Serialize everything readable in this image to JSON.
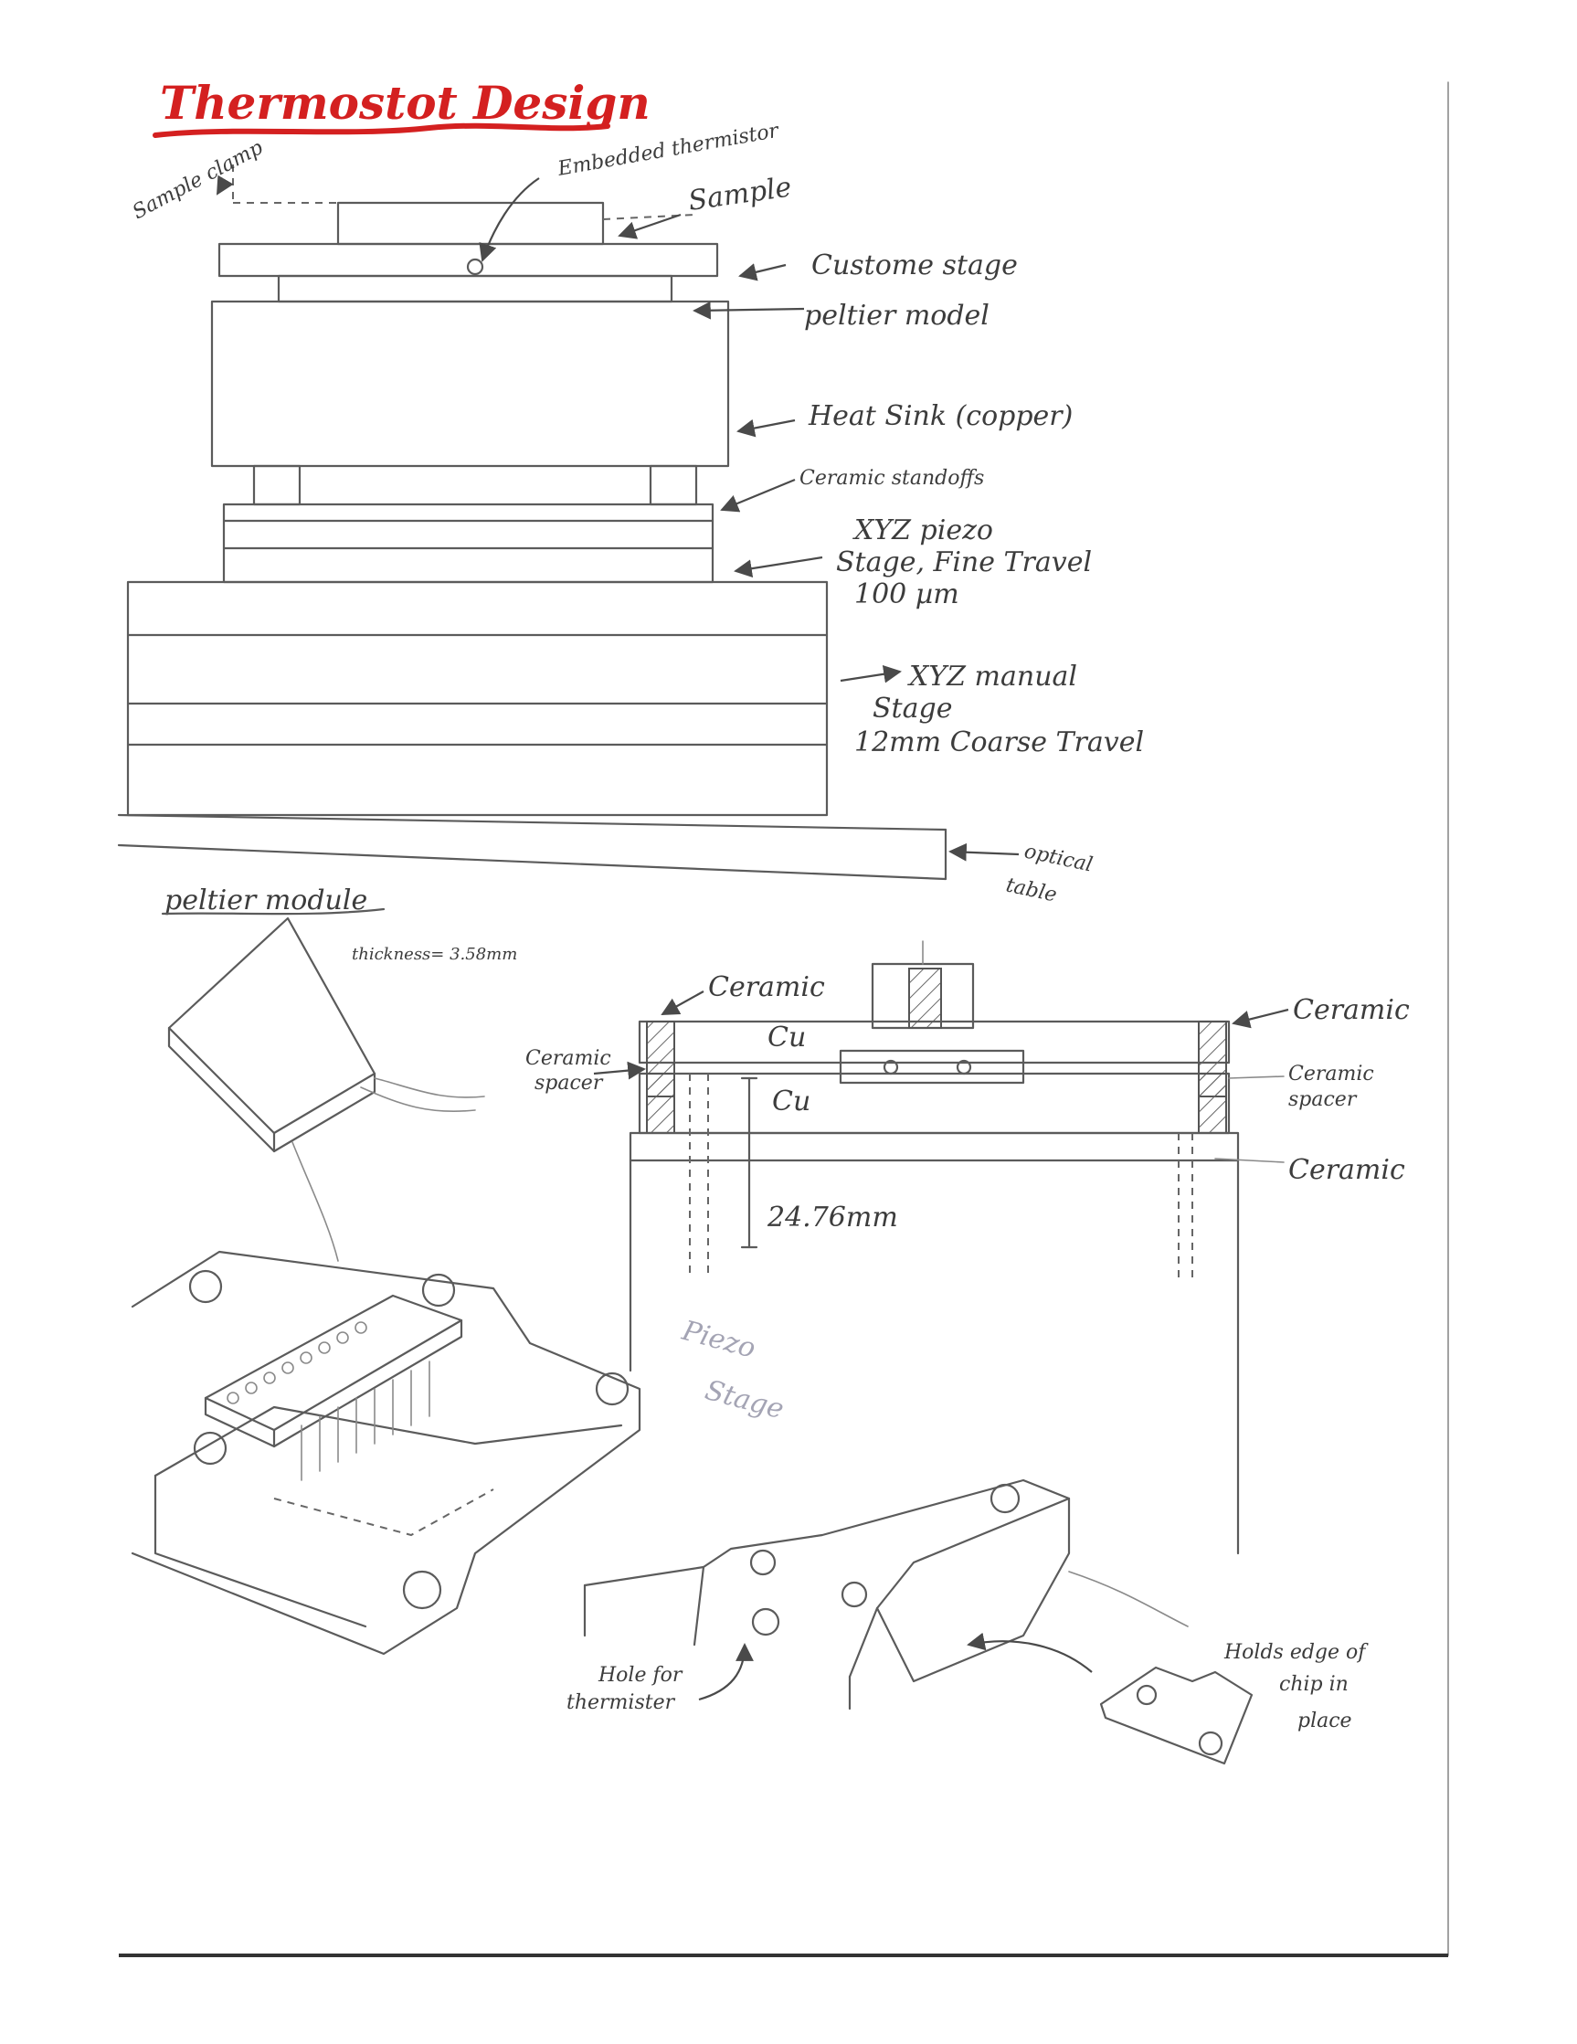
{
  "title": "Thermostot Design",
  "colors": {
    "title": "#d42020",
    "pencil": "#5b5b5b",
    "paper": "#ffffff"
  },
  "stack_labels": {
    "sample_clamp": "Sample clamp",
    "embedded_thermistor": "Embedded thermistor",
    "sample": "Sample",
    "custom_stage": "Custome stage",
    "peltier_model": "peltier model",
    "heat_sink": "Heat Sink (copper)",
    "ceramic_standoffs": "Ceramic standoffs",
    "xyz_piezo_line1": "XYZ piezo",
    "xyz_piezo_line2": "Stage, Fine Travel",
    "xyz_piezo_line3": "100 µm",
    "xyz_manual_line1": "XYZ manual",
    "xyz_manual_line2": "Stage",
    "xyz_manual_line3": "12mm Coarse Travel",
    "optical_table_line1": "optical",
    "optical_table_line2": "table"
  },
  "peltier_sketch": {
    "heading": "peltier module",
    "thickness_note": "thickness= 3.58mm"
  },
  "cross_section_labels": {
    "ceramic_top_left": "Ceramic",
    "ceramic_top_right": "Ceramic",
    "ceramic_spacer_left_line1": "Ceramic",
    "ceramic_spacer_left_line2": "spacer",
    "ceramic_spacer_right_line1": "Ceramic",
    "ceramic_spacer_right_line2": "spacer",
    "cu_upper": "Cu",
    "cu_lower": "Cu",
    "ceramic_bottom": "Ceramic",
    "dimension": "24.76mm",
    "piezo_line1": "Piezo",
    "piezo_line2": "Stage"
  },
  "clamp_labels": {
    "hole_line1": "Hole for",
    "hole_line2": "thermister",
    "holds_line1": "Holds edge of",
    "holds_line2": "chip in",
    "holds_line3": "place"
  }
}
